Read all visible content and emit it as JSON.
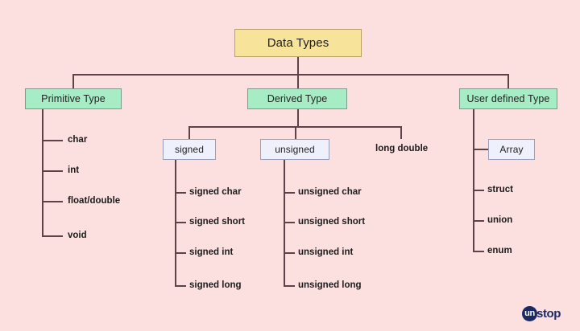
{
  "diagram": {
    "background_color": "#fcdfdf",
    "line_color": "#5b4347",
    "root": {
      "label": "Data Types",
      "fill": "#f8e39a"
    },
    "level2": [
      {
        "label": "Primitive Type",
        "fill": "#a6ecc5"
      },
      {
        "label": "Derived Type",
        "fill": "#a6ecc5"
      },
      {
        "label": "User defined Type",
        "fill": "#a6ecc5"
      }
    ],
    "level3": [
      {
        "label": "signed",
        "fill": "#eef0fb"
      },
      {
        "label": "unsigned",
        "fill": "#eef0fb"
      },
      {
        "label": "Array",
        "fill": "#eef0fb"
      }
    ],
    "plain_nodes": [
      {
        "label": "long double"
      }
    ],
    "primitive_leaves": [
      {
        "label": "char"
      },
      {
        "label": "int"
      },
      {
        "label": "float/double"
      },
      {
        "label": "void"
      }
    ],
    "signed_leaves": [
      {
        "label": "signed char"
      },
      {
        "label": "signed short"
      },
      {
        "label": "signed int"
      },
      {
        "label": "signed long"
      }
    ],
    "unsigned_leaves": [
      {
        "label": "unsigned char"
      },
      {
        "label": "unsigned short"
      },
      {
        "label": "unsigned int"
      },
      {
        "label": "unsigned long"
      }
    ],
    "user_defined_leaves": [
      {
        "label": "struct"
      },
      {
        "label": "union"
      },
      {
        "label": "enum"
      }
    ]
  },
  "logo": {
    "mark_text": "un",
    "word_text": "stop",
    "color": "#1b2a63"
  }
}
